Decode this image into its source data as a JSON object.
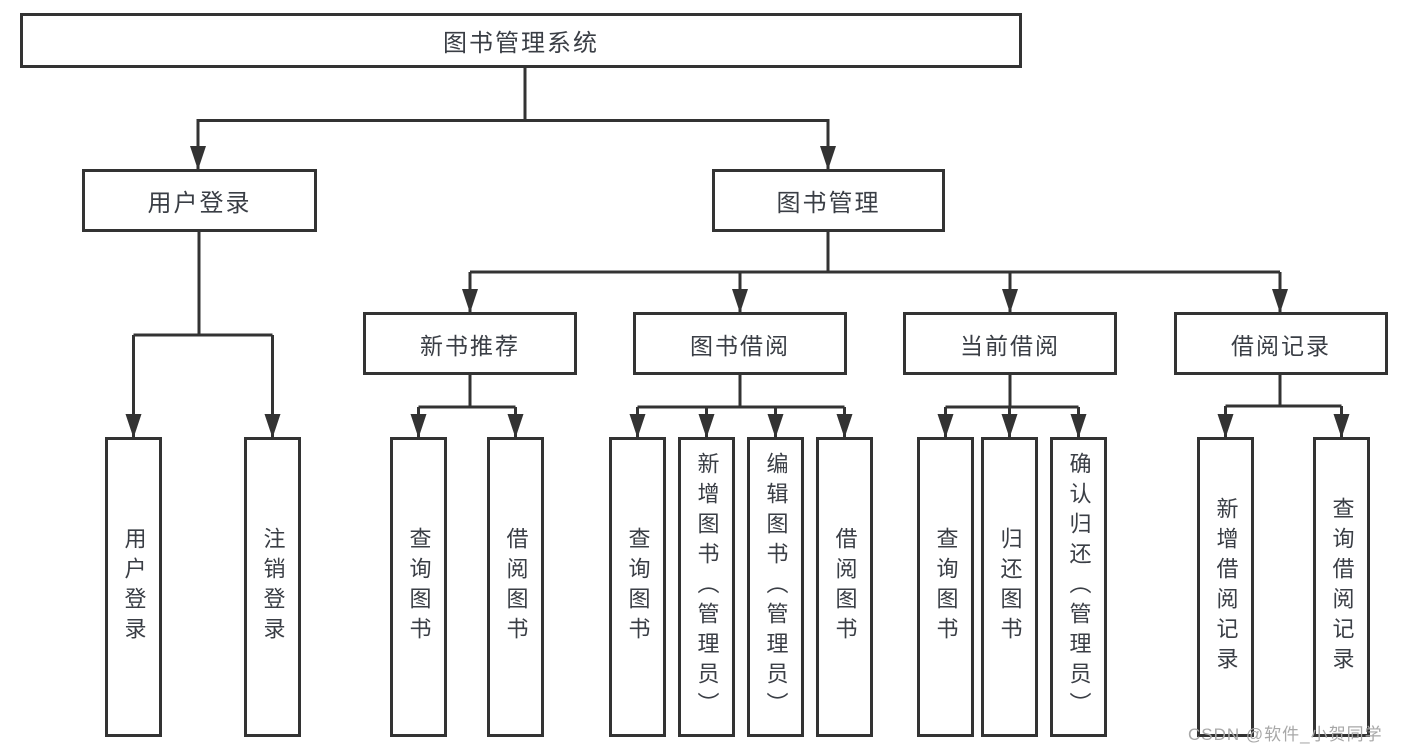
{
  "tree": {
    "root": "图书管理系统",
    "children": [
      {
        "label": "用户登录",
        "children": [
          "用户登录",
          "注销登录"
        ]
      },
      {
        "label": "图书管理",
        "children": [
          {
            "label": "新书推荐",
            "children": [
              "查询图书",
              "借阅图书"
            ]
          },
          {
            "label": "图书借阅",
            "children": [
              "查询图书",
              "新增图书（管理员）",
              "编辑图书（管理员）",
              "借阅图书"
            ]
          },
          {
            "label": "当前借阅",
            "children": [
              "查询图书",
              "归还图书",
              "确认归还（管理员）"
            ]
          },
          {
            "label": "借阅记录",
            "children": [
              "新增借阅记录",
              "查询借阅记录"
            ]
          }
        ]
      }
    ]
  },
  "watermark": "CSDN @软件_小贺同学",
  "colors": {
    "line": "#333333",
    "text": "#3a3e45",
    "watermark": "#a8a8a8",
    "background": "#ffffff"
  }
}
